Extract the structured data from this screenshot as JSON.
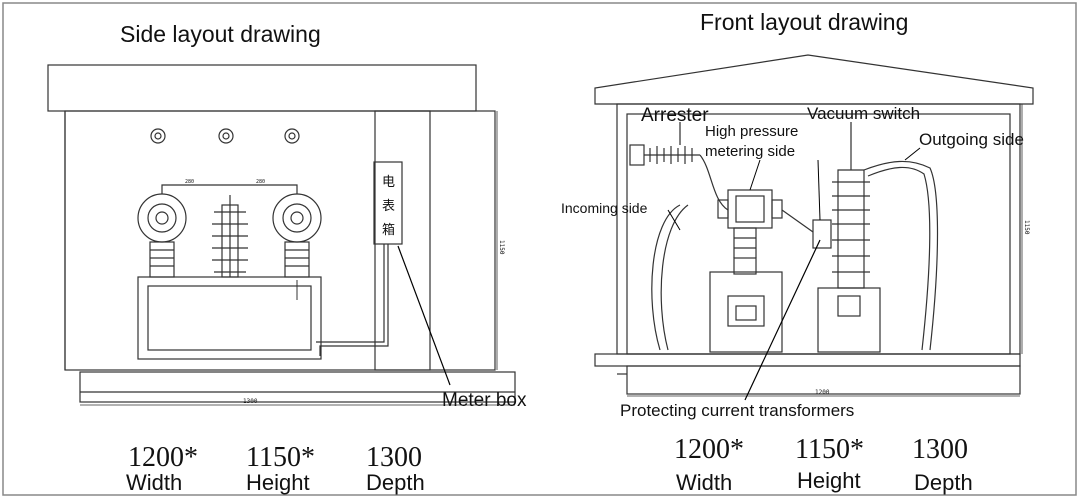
{
  "side": {
    "title": "Side layout drawing",
    "meter_box_cn": [
      "电",
      "表",
      "箱"
    ],
    "meter_box_label": "Meter box",
    "dim_280_a": "280",
    "dim_280_b": "280",
    "dim_height": "1150",
    "dim_width": "1300",
    "dims": [
      {
        "value": "1200*",
        "label": "Width"
      },
      {
        "value": "1150*",
        "label": "Height"
      },
      {
        "value": "1300",
        "label": "Depth"
      }
    ]
  },
  "front": {
    "title": "Front layout drawing",
    "labels": {
      "arrester": "Arrester",
      "hp_metering_1": "High pressure",
      "hp_metering_2": "metering side",
      "vacuum_switch": "Vacuum switch",
      "outgoing_side": "Outgoing side",
      "incoming_side": "Incoming side",
      "protect_ct": "Protecting current transformers"
    },
    "dim_height": "1150",
    "dim_width": "1200",
    "dims": [
      {
        "value": "1200*",
        "label": "Width"
      },
      {
        "value": "1150*",
        "label": "Height"
      },
      {
        "value": "1300",
        "label": "Depth"
      }
    ]
  }
}
